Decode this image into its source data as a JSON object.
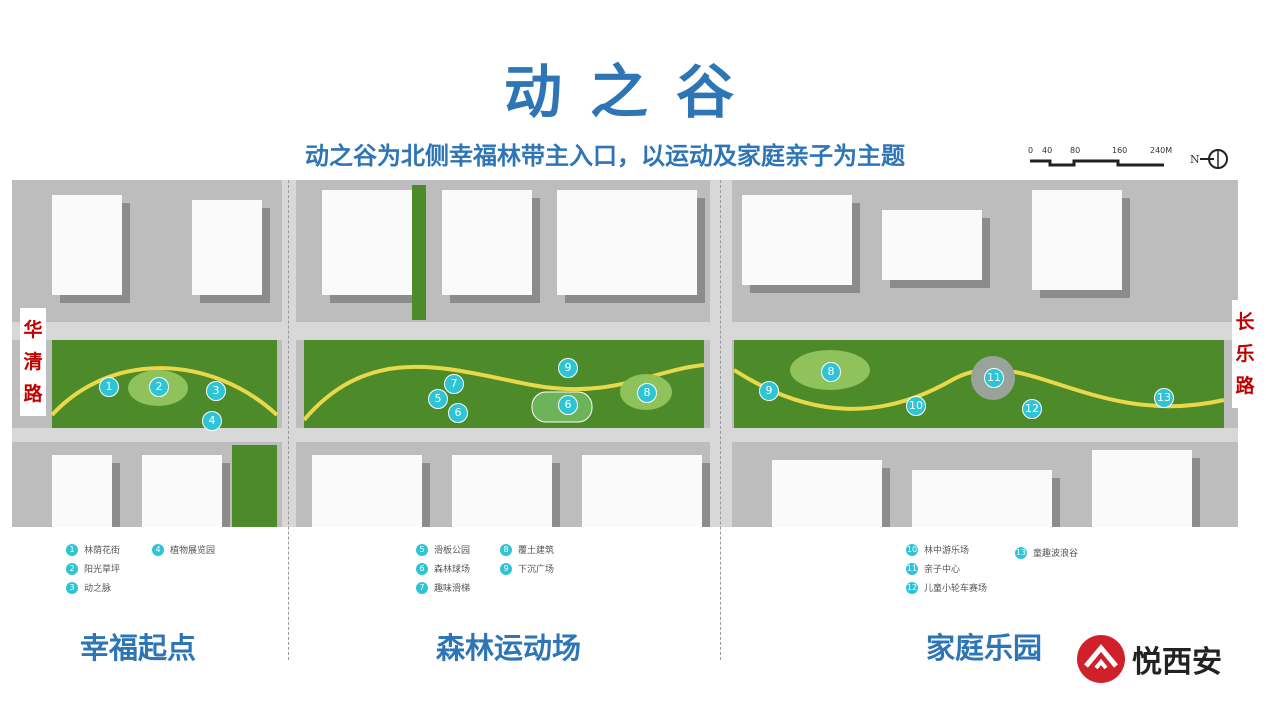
{
  "title": "动之谷",
  "subtitle": "动之谷为北侧幸福林带主入口，以运动及家庭亲子为主题",
  "scale_bar": {
    "ticks": [
      "0",
      "40",
      "80",
      "160",
      "240M"
    ],
    "north_label": "N"
  },
  "road_names": {
    "left": "华清路",
    "right": "长乐路"
  },
  "colors": {
    "title": "#2e75b6",
    "marker": "#2ec4d6",
    "road_name": "#c00000",
    "park": "#4c8a2a",
    "path": "#e8d84a"
  },
  "markers": [
    "1",
    "2",
    "3",
    "4",
    "5",
    "6",
    "7",
    "9",
    "6",
    "8",
    "9",
    "8",
    "11",
    "10",
    "12",
    "13"
  ],
  "sections": [
    {
      "title": "幸福起点",
      "legend": [
        {
          "num": "1",
          "label": "林荫花街"
        },
        {
          "num": "2",
          "label": "阳光草坪"
        },
        {
          "num": "3",
          "label": "动之脉"
        },
        {
          "num": "4",
          "label": "植物展览园"
        }
      ]
    },
    {
      "title": "森林运动场",
      "legend": [
        {
          "num": "5",
          "label": "滑板公园"
        },
        {
          "num": "6",
          "label": "森林球场"
        },
        {
          "num": "7",
          "label": "趣味滑梯"
        },
        {
          "num": "8",
          "label": "覆土建筑"
        },
        {
          "num": "9",
          "label": "下沉广场"
        }
      ]
    },
    {
      "title": "家庭乐园",
      "legend": [
        {
          "num": "10",
          "label": "林中游乐场"
        },
        {
          "num": "11",
          "label": "亲子中心"
        },
        {
          "num": "12",
          "label": "儿童小轮车赛场"
        },
        {
          "num": "13",
          "label": "童趣波浪谷"
        }
      ]
    }
  ],
  "logo": {
    "text": "悦西安",
    "color": "#d0202a"
  }
}
